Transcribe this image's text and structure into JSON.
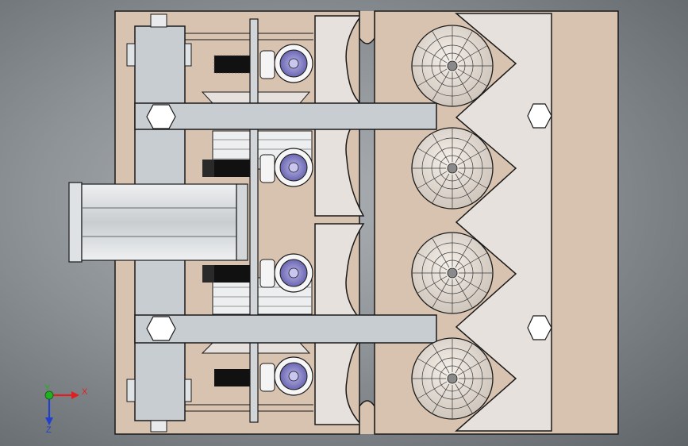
{
  "viewport": {
    "background_top": "#b3b7bb",
    "background_bottom": "#5d6266"
  },
  "model": {
    "plate_color": "#d8c2b0",
    "steel_color": "#c8cdd1",
    "light_part_color": "#e6e1dc",
    "dark_edge_color": "#1a1a1a",
    "bearing_color": "#8a86c8",
    "bolt_head_color": "#ffffff",
    "thread_color": "#111111",
    "ball_count": 4,
    "bearing_count": 4
  },
  "triad": {
    "x_label": "X",
    "y_label": "Y",
    "z_label": "Z",
    "x_color": "#e02020",
    "y_color": "#20b020",
    "z_color": "#2040d0"
  }
}
